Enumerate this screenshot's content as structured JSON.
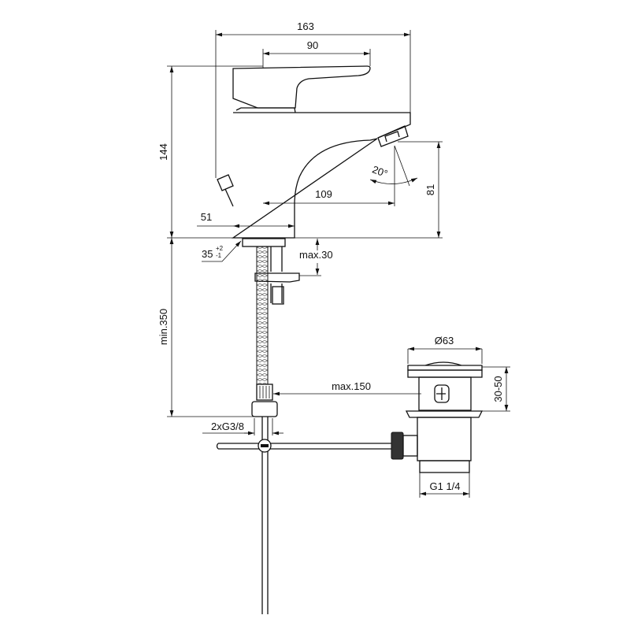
{
  "dimensions": {
    "total_length": "163",
    "handle_length": "90",
    "total_height": "144",
    "spout_reach": "109",
    "spout_height": "81",
    "base_diameter": "51",
    "hole_diameter": "35",
    "hole_tol_plus": "+2",
    "hole_tol_minus": "-1",
    "spout_angle": "20°",
    "max_thickness": "max.30",
    "hose_length": "min.350",
    "drain_distance": "max.150",
    "drain_diameter": "Ø63",
    "drain_height": "30-50",
    "connection_thread": "2xG3/8",
    "drain_thread": "G1 1/4"
  }
}
